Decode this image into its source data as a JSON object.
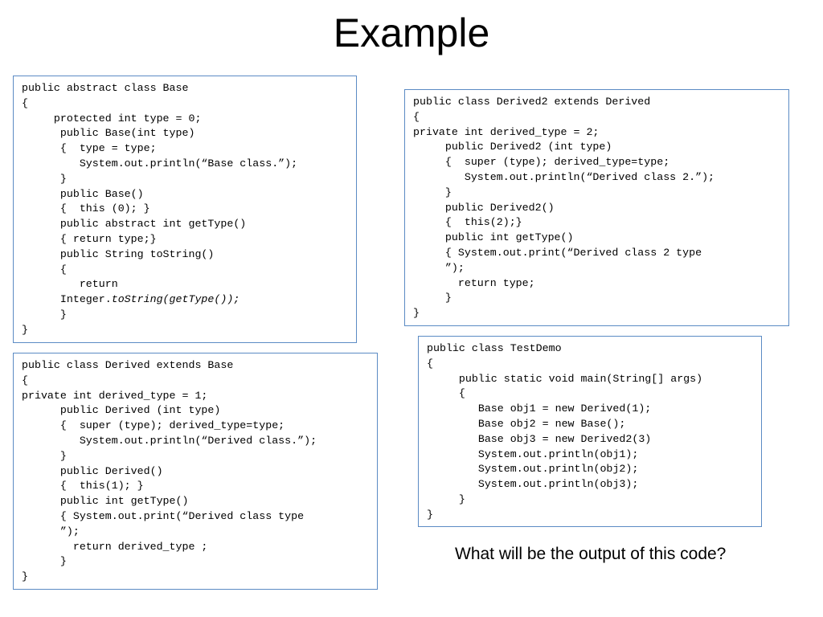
{
  "title": "Example",
  "question": "What will be the output of this code?",
  "base_class": {
    "lines": [
      "public abstract class Base",
      "{",
      "     protected int type = 0;",
      "      public Base(int type)",
      "      {  type = type;",
      "         System.out.println(“Base class.”);",
      "      }",
      "      public Base()",
      "      {  this (0); }",
      "      public abstract int getType()",
      "      { return type;}",
      "      public String toString()",
      "      {",
      "         return",
      "      Integer."
    ],
    "italic_tail": "toString(getType());",
    "closing_lines": [
      "      }",
      "}"
    ]
  },
  "derived2_class": {
    "lines": [
      "public class Derived2 extends Derived",
      "{",
      "private int derived_type = 2;",
      "     public Derived2 (int type)",
      "     {  super (type); derived_type=type;",
      "        System.out.println(“Derived class 2.”);",
      "     }",
      "     public Derived2()",
      "     {  this(2);}",
      "     public int getType()",
      "     { System.out.print(“Derived class 2 type",
      "     ”);",
      "       return type;",
      "     }",
      "}"
    ]
  },
  "derived_class": {
    "lines": [
      "public class Derived extends Base",
      "{",
      "private int derived_type = 1;",
      "      public Derived (int type)",
      "      {  super (type); derived_type=type;",
      "         System.out.println(“Derived class.”);",
      "      }",
      "      public Derived()",
      "      {  this(1); }",
      "      public int getType()",
      "      { System.out.print(“Derived class type",
      "      ”);",
      "        return derived_type ;",
      "      }",
      "}"
    ]
  },
  "testdemo_class": {
    "lines": [
      "public class TestDemo",
      "{",
      "     public static void main(String[] args)",
      "     {",
      "        Base obj1 = new Derived(1);",
      "        Base obj2 = new Base();",
      "        Base obj3 = new Derived2(3)",
      "        System.out.println(obj1);",
      "        System.out.println(obj2);",
      "        System.out.println(obj3);",
      "     }",
      "}"
    ]
  }
}
